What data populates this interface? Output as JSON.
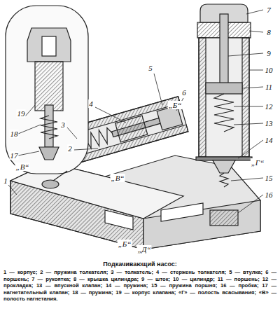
{
  "diagram": {
    "title": "Подкачивающий насос:",
    "caption": "1 — корпус; 2 — пружина толкателя; 3 — толкатель; 4 — стержень толкателя; 5 — втулка; 6 — поршень; 7 — рукоятка; 8 — крышка цилиндра; 9 — шток; 10 — цилиндр; 11 — поршень; 12 — прокладка; 13 — впускной клапан; 14 — пружина; 15 — пружина поршня; 16 — пробка; 17 — нагнетательный клапан; 18 — пружина; 19 — корпус клапана; «Г» — полость всасывания; «В» — полость нагнетания.",
    "labels": [
      "19",
      "18",
      "17",
      "„В“",
      "7",
      "8",
      "9",
      "10",
      "11",
      "5",
      "6",
      "„Б“",
      "12",
      "4",
      "13",
      "3",
      "14",
      "„Г“",
      "2",
      "„В“",
      "1",
      "15",
      "16",
      "„Б“",
      "„Д“"
    ]
  }
}
